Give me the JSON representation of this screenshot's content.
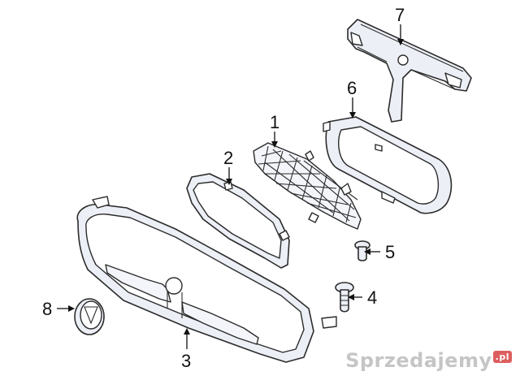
{
  "callouts": [
    {
      "id": "1",
      "label": "1"
    },
    {
      "id": "2",
      "label": "2"
    },
    {
      "id": "3",
      "label": "3"
    },
    {
      "id": "4",
      "label": "4"
    },
    {
      "id": "5",
      "label": "5"
    },
    {
      "id": "6",
      "label": "6"
    },
    {
      "id": "7",
      "label": "7"
    },
    {
      "id": "8",
      "label": "8"
    }
  ],
  "watermark": {
    "text": "Sprzedajemy",
    "suffix": ".pl"
  }
}
